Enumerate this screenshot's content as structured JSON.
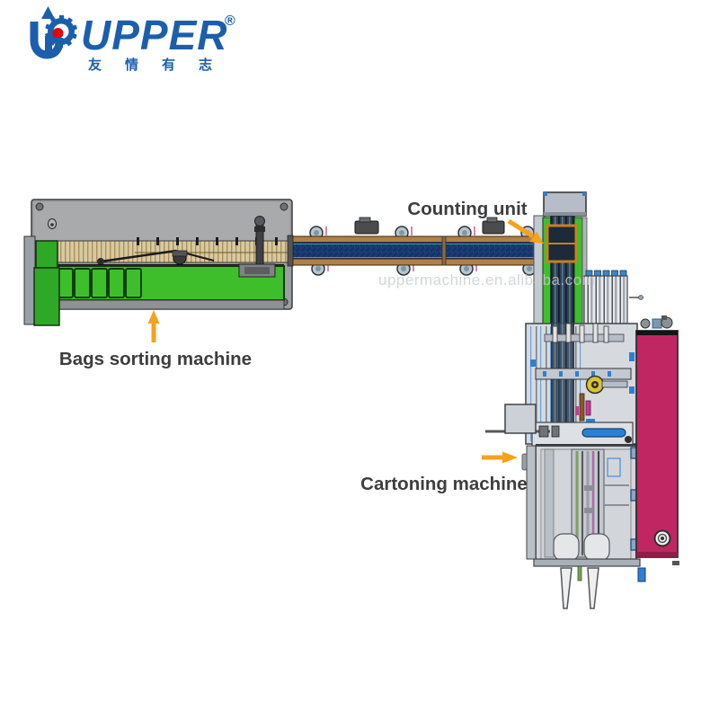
{
  "page": {
    "background_color": "#FFFFFF"
  },
  "logo": {
    "brand": "UPPER",
    "registered_mark": "®",
    "tagline": "友情有志",
    "brand_color": "#1B5FAC",
    "dot_color": "#E60012"
  },
  "watermark": {
    "text": "uppermachine.en.alibaba.com",
    "color": "#C9CCCE"
  },
  "annotations": {
    "text_color": "#3D3D3D",
    "arrow_color": "#F7A11C",
    "counting_unit": {
      "label": "Counting unit"
    },
    "bags_sorting_machine": {
      "label": "Bags sorting machine"
    },
    "cartoning_machine": {
      "label": "Cartoning machine"
    }
  },
  "machines": {
    "bags_sorting_machine": {
      "name": "Bags sorting machine",
      "body_color": "#9C9EA0",
      "comb_color": "#D9C9A0",
      "base_color": "#3FBE2C"
    },
    "transfer_conveyor": {
      "belt_color": "#1A3A74",
      "rail_color": "#B08048"
    },
    "counting_unit": {
      "name": "Counting unit",
      "rail_color": "#3FBE2C",
      "junction_color": "#C8801E",
      "cap_color": "#B6BDC9"
    },
    "cartoning_machine": {
      "name": "Cartoning machine",
      "side_panel_color": "#C02762",
      "frame_color": "#D2D6DB",
      "dial_color": "#D9C32B"
    }
  }
}
